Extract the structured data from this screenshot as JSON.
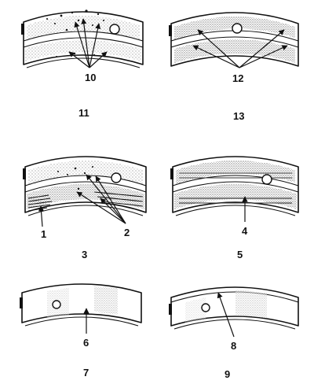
{
  "figure": {
    "panels": [
      {
        "id": "p11",
        "pointer_labels": [
          "10"
        ],
        "caption": "11"
      },
      {
        "id": "p13",
        "pointer_labels": [
          "12"
        ],
        "caption": "13"
      },
      {
        "id": "p3",
        "pointer_labels": [
          "1",
          "2"
        ],
        "caption": "3"
      },
      {
        "id": "p5",
        "pointer_labels": [
          "4"
        ],
        "caption": "5"
      },
      {
        "id": "p7",
        "pointer_labels": [
          "6"
        ],
        "caption": "7"
      },
      {
        "id": "p9",
        "pointer_labels": [
          "8"
        ],
        "caption": "9"
      }
    ]
  }
}
